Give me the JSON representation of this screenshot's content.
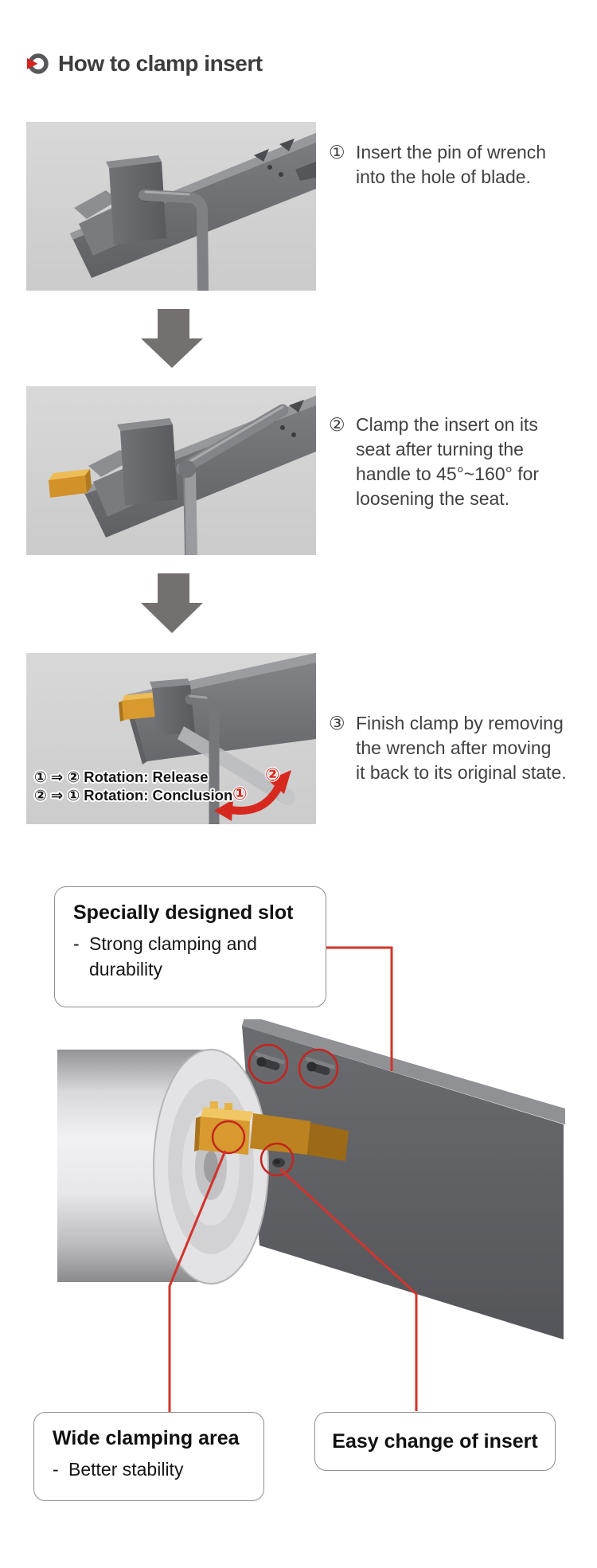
{
  "header": {
    "title": "How to clamp insert"
  },
  "steps": [
    {
      "number": "①",
      "lines": [
        "Insert the pin of wrench",
        "into the hole of blade."
      ]
    },
    {
      "number": "②",
      "lines": [
        "Clamp the insert on its",
        "seat after turning the",
        "handle to 45°~160° for",
        "loosening the seat."
      ]
    },
    {
      "number": "③",
      "lines": [
        "Finish clamp by removing",
        "the wrench after moving",
        "it back to its original state."
      ]
    }
  ],
  "figure3": {
    "legend_line1": "① ⇒ ② Rotation: Release",
    "legend_line2": "② ⇒ ① Rotation: Conclusion",
    "marker_top": "②",
    "marker_bottom": "①"
  },
  "callouts": [
    {
      "title": "Specially designed slot",
      "dash": "-",
      "lines": [
        "Strong clamping and",
        "durability"
      ]
    },
    {
      "title": "Wide clamping area",
      "dash": "-",
      "lines": [
        "Better stability"
      ]
    },
    {
      "title": "Easy change of insert"
    }
  ],
  "colors": {
    "accent_red": "#d6281e",
    "connector_red": "#d2342b",
    "flow_arrow_gray": "#757070",
    "photo_background": "#d4d4d4",
    "insert_gold": "#d89a2e",
    "blade_gray": "#6b6c70"
  }
}
